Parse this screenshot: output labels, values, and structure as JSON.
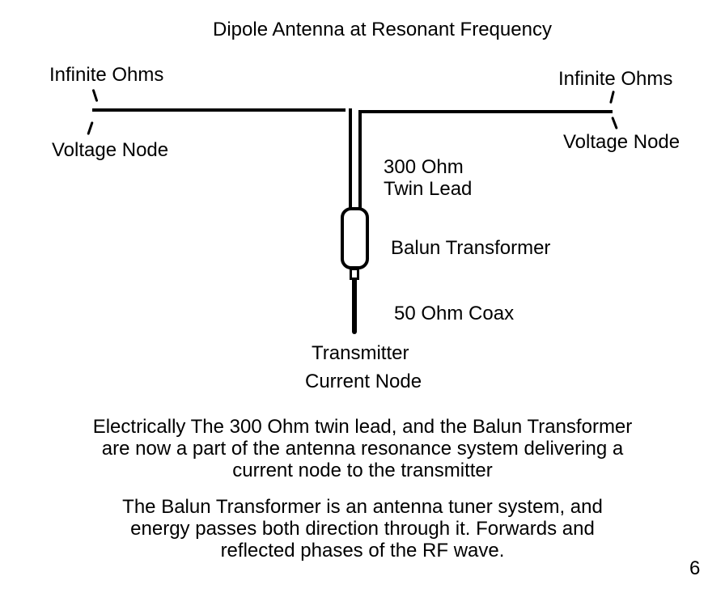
{
  "page": {
    "background_color": "#ffffff",
    "ink_color": "#000000",
    "page_number": "6"
  },
  "title": "Dipole Antenna at Resonant Frequency",
  "diagram": {
    "labels": {
      "infinite_ohms_left": "Infinite Ohms",
      "voltage_node_left": "Voltage Node",
      "infinite_ohms_right": "Infinite Ohms",
      "voltage_node_right": "Voltage Node",
      "twin_lead_line1": "300 Ohm",
      "twin_lead_line2": "Twin Lead",
      "balun": "Balun Transformer",
      "coax": "50 Ohm Coax",
      "transmitter": "Transmitter",
      "current_node": "Current Node"
    }
  },
  "paragraphs": {
    "p1": {
      "lines": [
        "Electrically The 300 Ohm twin lead, and the Balun Transformer",
        "are now a part of the antenna resonance system delivering a",
        "current node to the transmitter"
      ]
    },
    "p2": {
      "lines": [
        "The Balun Transformer is an antenna tuner system, and",
        "energy passes both direction through it. Forwards and",
        "reflected phases of the RF wave."
      ]
    }
  }
}
